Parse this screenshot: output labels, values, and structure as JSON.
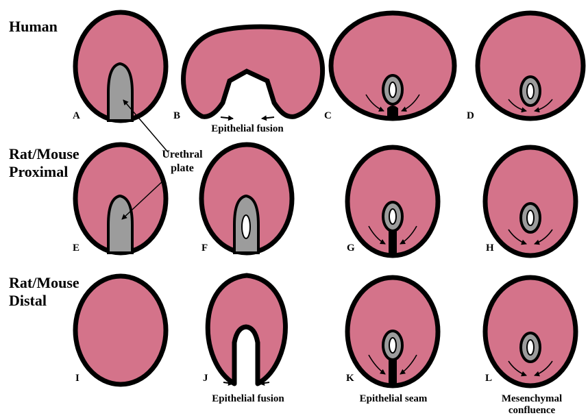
{
  "rows": [
    {
      "line1": "Human",
      "line2": ""
    },
    {
      "line1": "Rat/Mouse",
      "line2": "Proximal"
    },
    {
      "line1": "Rat/Mouse",
      "line2": "Distal"
    }
  ],
  "panels": [
    "A",
    "B",
    "C",
    "D",
    "E",
    "F",
    "G",
    "H",
    "I",
    "J",
    "K",
    "L"
  ],
  "captions": {
    "b": "Epithelial fusion",
    "j": "Epithelial fusion",
    "k": "Epithelial seam",
    "l_line1": "Mesenchymal",
    "l_line2": "confluence"
  },
  "callout": {
    "line1": "Urethral",
    "line2": "plate"
  },
  "colors": {
    "tissue": "#d4738a",
    "outline": "#000000",
    "plate": "#9c9c9c",
    "lumen": "#ffffff"
  }
}
